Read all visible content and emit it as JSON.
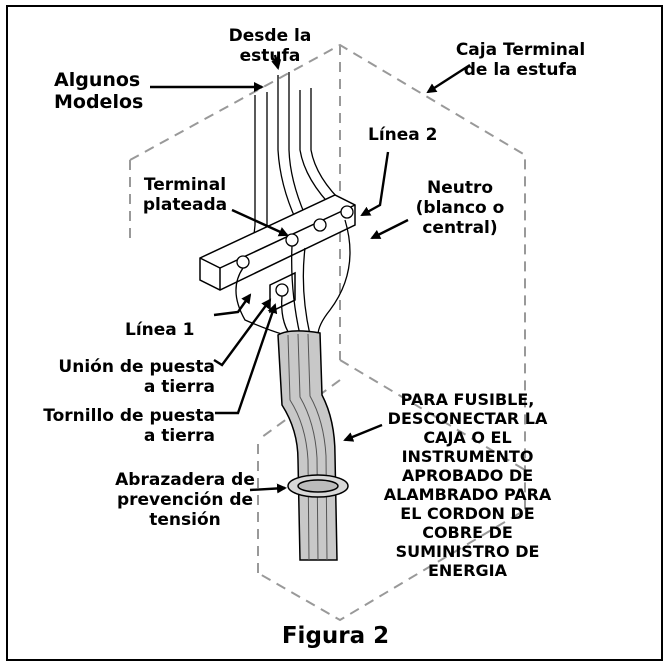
{
  "labels": {
    "desde_estufa": "Desde la\nestufa",
    "caja_terminal": "Caja Terminal\nde la estufa",
    "algunos_modelos": "Algunos\nModelos",
    "linea_2": "Línea 2",
    "terminal_plateada": "Terminal\nplateada",
    "neutro": "Neutro\n(blanco o\ncentral)",
    "linea_1": "Línea 1",
    "union_tierra": "Unión de puesta\na tierra",
    "tornillo_tierra": "Tornillo de puesta\na tierra",
    "abrazadera": "Abrazadera de\nprevención de\ntensión",
    "fusible_note": "PARA FUSIBLE,\nDESCONECTAR LA\nCAJA O EL\nINSTRUMENTO\nAPROBADO DE\nALAMBRADO PARA\nEL CORDON DE\nCOBRE DE\nSUMINISTRO DE\nENERGIA"
  },
  "caption": "Figura 2"
}
